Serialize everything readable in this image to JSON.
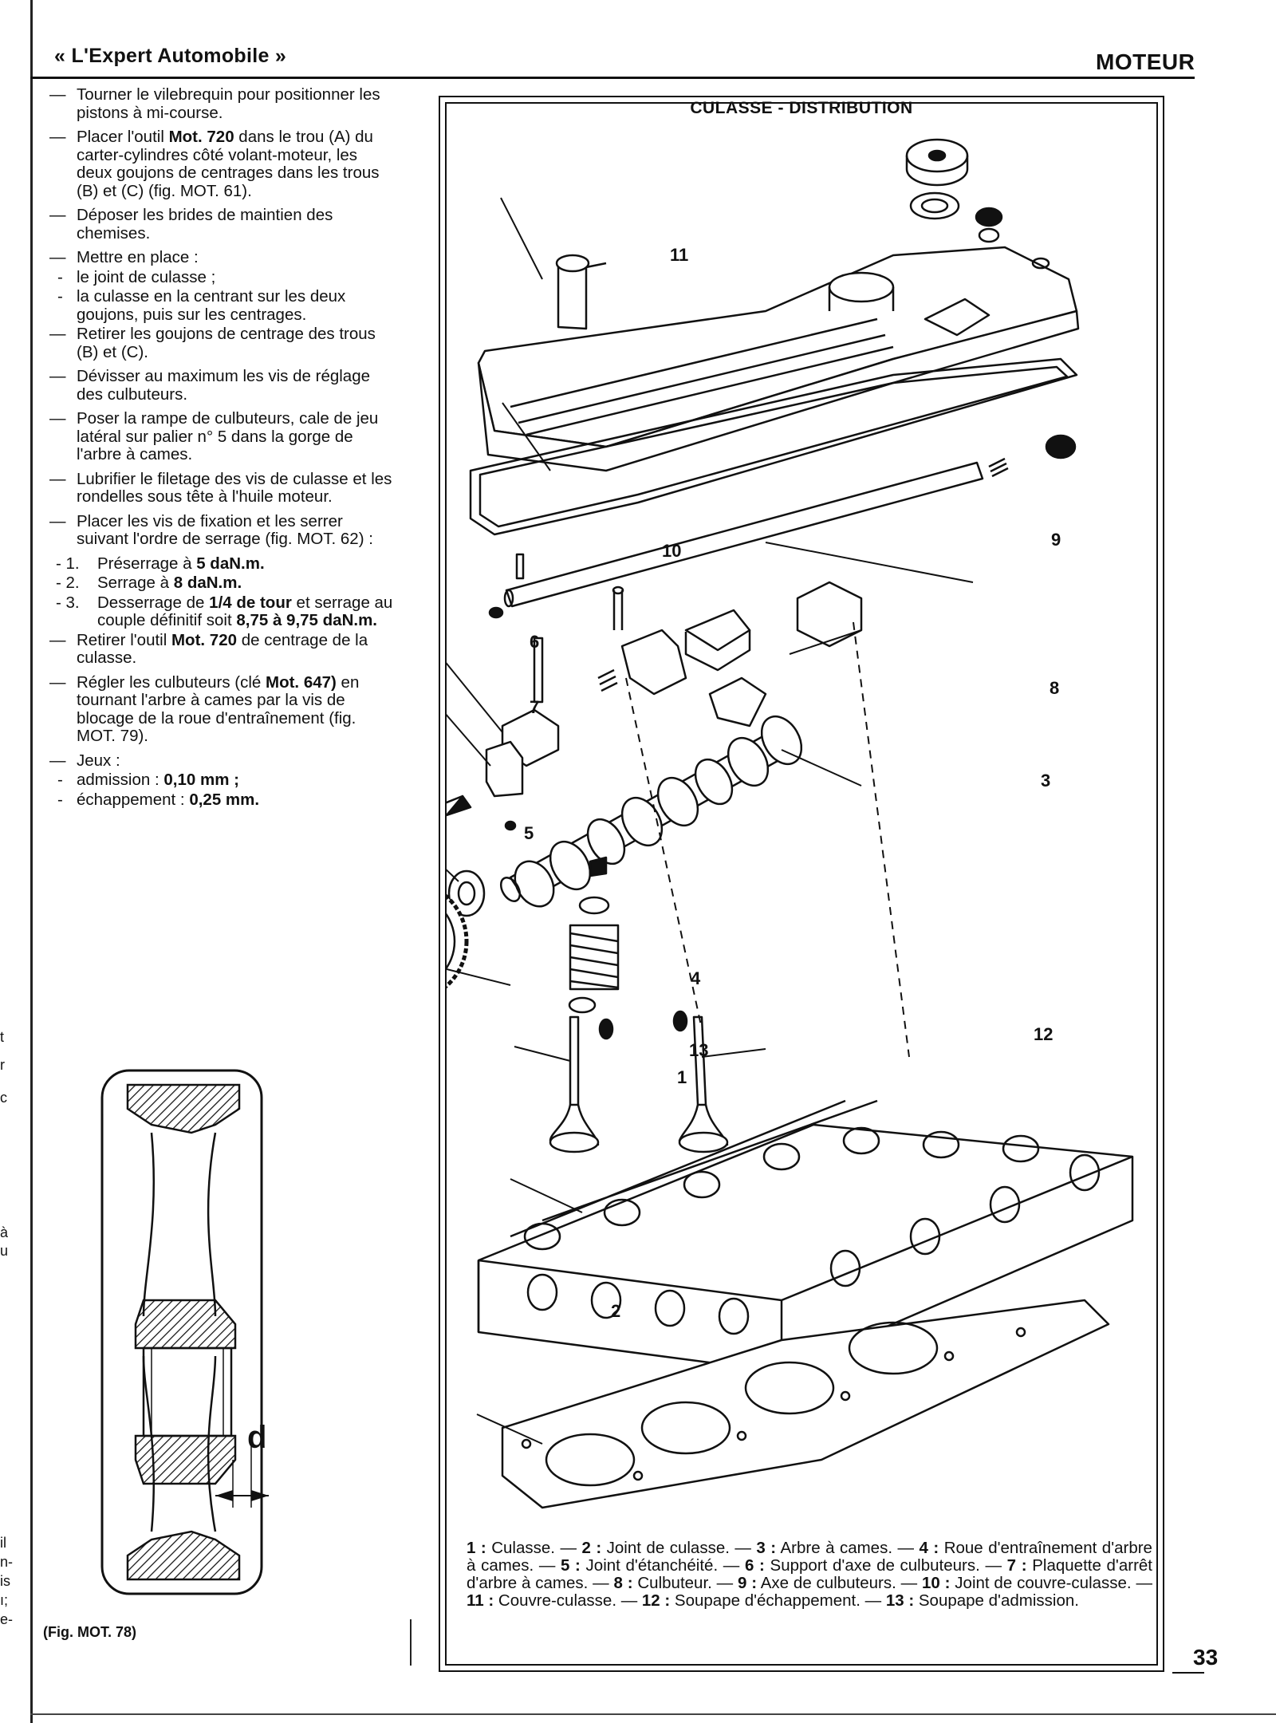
{
  "header": {
    "publication": "« L'Expert Automobile »",
    "section": "MOTEUR"
  },
  "instructions": [
    {
      "type": "item",
      "text": "Tourner le vilebrequin pour positionner les pistons à mi-course."
    },
    {
      "type": "item",
      "parts": [
        "Placer l'outil ",
        {
          "b": "Mot. 720"
        },
        " dans le trou (A) du carter-cylindres côté volant-moteur, les deux goujons de centrages dans les trous (B) et (C) (fig. MOT. 61)."
      ]
    },
    {
      "type": "item",
      "text": "Déposer les brides de maintien des chemises."
    },
    {
      "type": "item",
      "text": "Mettre en place :"
    },
    {
      "type": "sub",
      "text": "le joint de culasse ;"
    },
    {
      "type": "sub",
      "text": "la culasse en la centrant sur les deux goujons, puis sur les centrages."
    },
    {
      "type": "item",
      "text": "Retirer les goujons de centrage des trous (B) et (C)."
    },
    {
      "type": "item",
      "text": "Dévisser au maximum les vis de réglage des culbuteurs."
    },
    {
      "type": "item",
      "text": "Poser la rampe de culbuteurs, cale de jeu latéral sur palier n° 5 dans la gorge de l'arbre à cames."
    },
    {
      "type": "item",
      "text": "Lubrifier le filetage des vis de culasse et les rondelles sous tête à l'huile moteur."
    },
    {
      "type": "item",
      "text": "Placer les vis de fixation et les serrer suivant l'ordre de serrage (fig. MOT. 62) :"
    },
    {
      "type": "num",
      "mark": "- 1.",
      "parts": [
        "Préserrage à ",
        {
          "b": "5 daN.m."
        }
      ]
    },
    {
      "type": "num",
      "mark": "- 2.",
      "parts": [
        "Serrage à ",
        {
          "b": "8 daN.m."
        }
      ]
    },
    {
      "type": "num",
      "mark": "- 3.",
      "parts": [
        "Desserrage de ",
        {
          "b": "1/4 de tour"
        },
        " et serrage au couple définitif soit ",
        {
          "b": "8,75 à 9,75 daN.m."
        }
      ]
    },
    {
      "type": "item",
      "parts": [
        "Retirer l'outil ",
        {
          "b": "Mot. 720"
        },
        " de centrage de la culasse."
      ]
    },
    {
      "type": "item",
      "parts": [
        "Régler les culbuteurs (clé ",
        {
          "b": "Mot. 647)"
        },
        " en tournant l'arbre à cames par la vis de blocage de la roue d'entraînement (fig. MOT. 79)."
      ]
    },
    {
      "type": "item",
      "text": "Jeux :"
    },
    {
      "type": "sub",
      "parts": [
        "admission : ",
        {
          "b": "0,10 mm ;"
        }
      ]
    },
    {
      "type": "sub",
      "parts": [
        "échappement : ",
        {
          "b": "0,25 mm."
        }
      ]
    }
  ],
  "small_figure": {
    "dimension_label": "d",
    "caption": "(Fig. MOT. 78)"
  },
  "diagram": {
    "title": "CULASSE - DISTRIBUTION",
    "callouts": [
      "1",
      "2",
      "3",
      "4",
      "5",
      "6",
      "7",
      "8",
      "9",
      "10",
      "11",
      "12",
      "13"
    ]
  },
  "legend": [
    {
      "n": "1",
      "label": "Culasse."
    },
    {
      "n": "2",
      "label": "Joint de culasse."
    },
    {
      "n": "3",
      "label": "Arbre à cames."
    },
    {
      "n": "4",
      "label": "Roue d'entraînement d'arbre à cames."
    },
    {
      "n": "5",
      "label": "Joint d'étanchéité."
    },
    {
      "n": "6",
      "label": "Support d'axe de culbuteurs."
    },
    {
      "n": "7",
      "label": "Plaquette d'arrêt d'arbre à cames."
    },
    {
      "n": "8",
      "label": "Culbuteur."
    },
    {
      "n": "9",
      "label": "Axe de culbuteurs."
    },
    {
      "n": "10",
      "label": "Joint de couvre-culasse."
    },
    {
      "n": "11",
      "label": "Couvre-culasse."
    },
    {
      "n": "12",
      "label": "Soupape d'échappement."
    },
    {
      "n": "13",
      "label": "Soupape d'admission."
    }
  ],
  "page_number": "33",
  "margin_fragments": [
    "t",
    "r",
    "c",
    "à",
    "u",
    "il",
    "n-",
    "is",
    "ı;",
    "e-"
  ]
}
